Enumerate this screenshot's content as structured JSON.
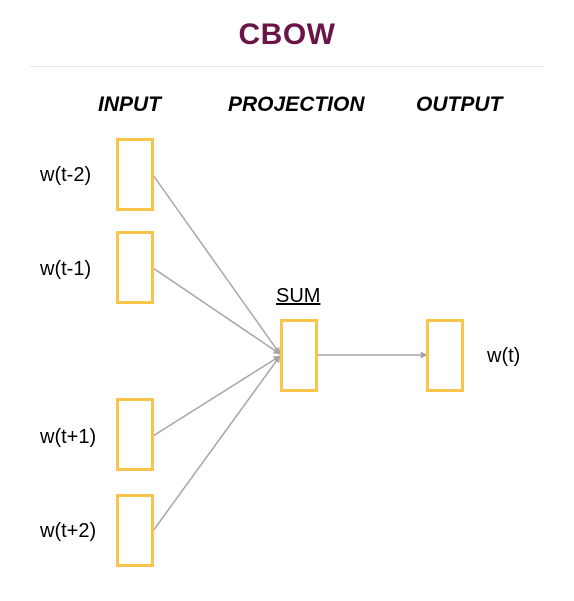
{
  "title": "CBOW",
  "colors": {
    "title": "#6b1447",
    "box_border": "#f9c44c",
    "edge": "#a6a6a6"
  },
  "columns": {
    "input": "INPUT",
    "projection": "PROJECTION",
    "output": "OUTPUT"
  },
  "inputs": [
    "w(t-2)",
    "w(t-1)",
    "w(t+1)",
    "w(t+2)"
  ],
  "projection_label": "SUM",
  "output_label": "w(t)"
}
